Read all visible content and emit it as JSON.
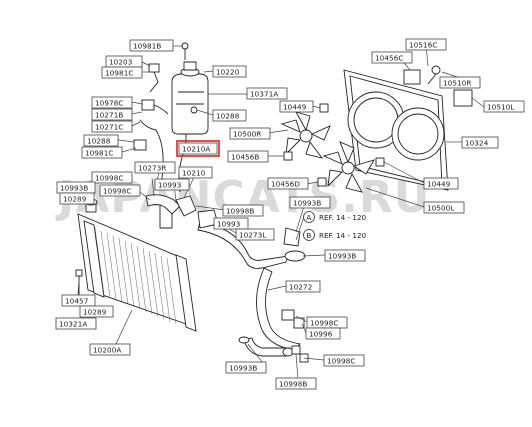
{
  "watermark": "JAPANCATS.RU",
  "highlighted_part": "10210A",
  "part_labels": {
    "p10981B": "10981B",
    "p10203": "10203",
    "p10981C_a": "10981C",
    "p10220": "10220",
    "p10371A": "10371A",
    "p10288a": "10288",
    "p10978C": "10978C",
    "p10271B": "10271B",
    "p10271C": "10271C",
    "p10288b": "10288",
    "p10981C_b": "10981C",
    "p10273R": "10273R",
    "p10210": "10210",
    "p10998C_a": "10998C",
    "p10993A": "10993",
    "p10998B_a": "10998B",
    "p10993B_a": "10993B",
    "p10289a": "10289",
    "p10993_mid": "10993",
    "p10273L": "10273L",
    "p10457": "10457",
    "p10289b": "10289",
    "p10321A": "10321A",
    "p10200A": "10200A",
    "p10516C": "10516C",
    "p10456C": "10456C",
    "p10510R": "10510R",
    "p10449a": "10449",
    "p10510L": "10510L",
    "p10500R": "10500R",
    "p10324": "10324",
    "p10456B": "10456B",
    "p10456D": "10456D",
    "p10449b": "10449",
    "p10500L": "10500L",
    "p10993B_b": "10993B",
    "p10993B_c": "10993B",
    "p10272": "10272",
    "p10998C_b": "10998C",
    "p10996": "10996",
    "p10998C_c": "10998C",
    "p10993B_d": "10993B",
    "p10998B_b": "10998B"
  },
  "references": {
    "refA": {
      "letter": "A",
      "text": "REF. 14 - 120"
    },
    "refB": {
      "letter": "B",
      "text": "REF. 14 - 120"
    }
  }
}
